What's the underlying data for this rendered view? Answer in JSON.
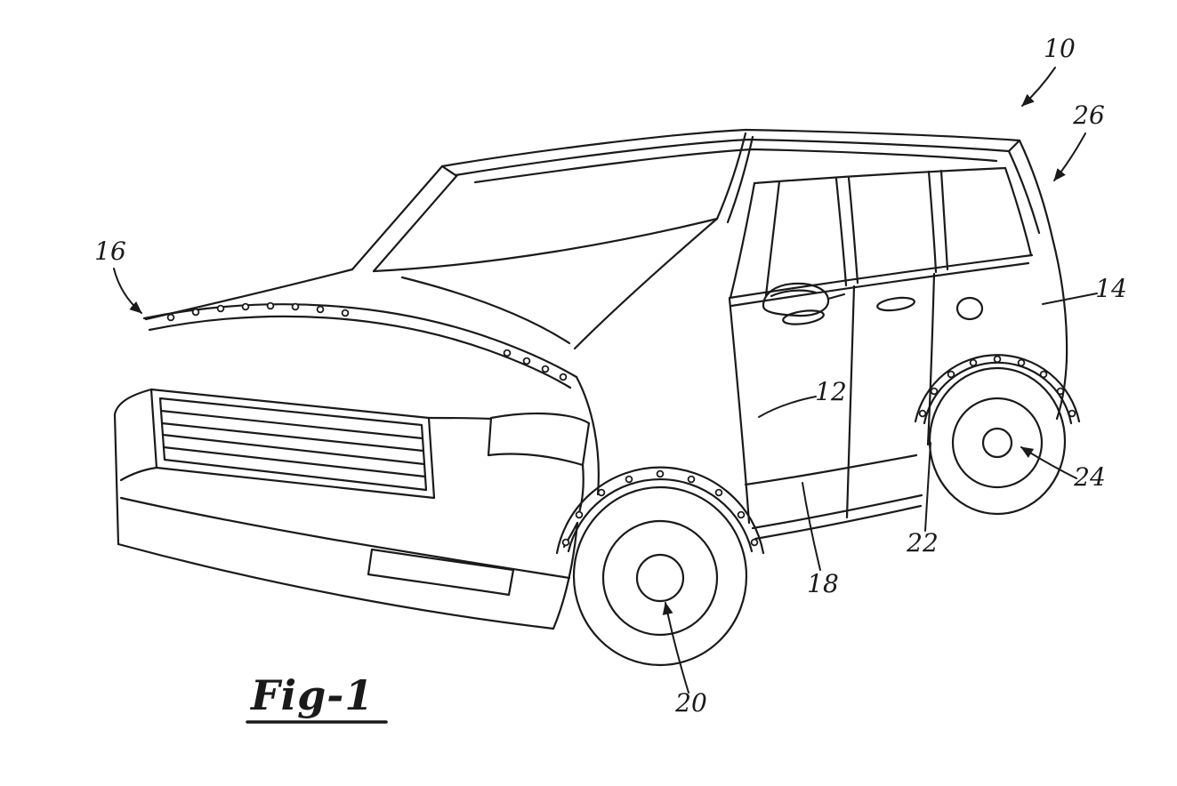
{
  "figure": {
    "caption": "Fig-1"
  },
  "labels": {
    "n10": "10",
    "n12": "12",
    "n14": "14",
    "n16": "16",
    "n18": "18",
    "n20": "20",
    "n22": "22",
    "n24": "24",
    "n26": "26"
  },
  "colors": {
    "ink": "#1a1a1a",
    "background": "#ffffff"
  }
}
